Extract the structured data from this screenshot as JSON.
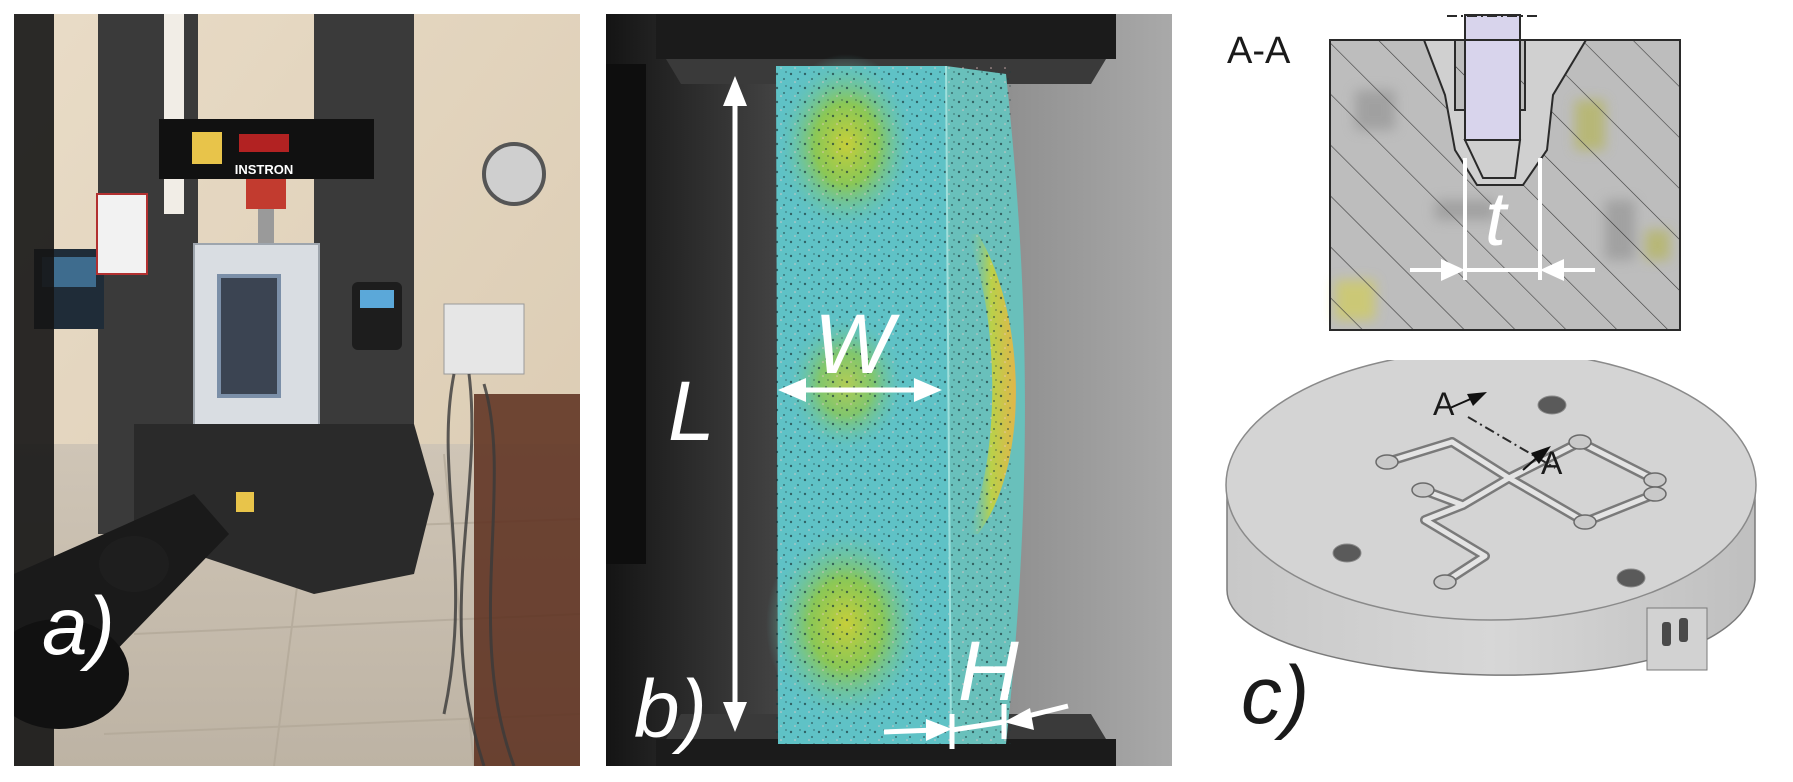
{
  "panels": {
    "a": {
      "label": "a)",
      "machine_brand": "INSTRON"
    },
    "b": {
      "label": "b)",
      "dim_L": "L",
      "dim_W": "W",
      "dim_H": "H"
    },
    "c": {
      "label": "c)",
      "section_title": "A-A",
      "dim_t": "t",
      "cut_label_top": "A",
      "cut_label_bottom": "A"
    }
  },
  "colors": {
    "dic_blue": "#5fc2c6",
    "dic_green": "#8fc84a",
    "dic_yellow": "#d8d23c",
    "steel": "#2b2b2b",
    "probe_fill": "#d8d4ec",
    "plate_grey": "#d4d4d4"
  },
  "icons": {
    "arrow": "arrow-icon"
  }
}
